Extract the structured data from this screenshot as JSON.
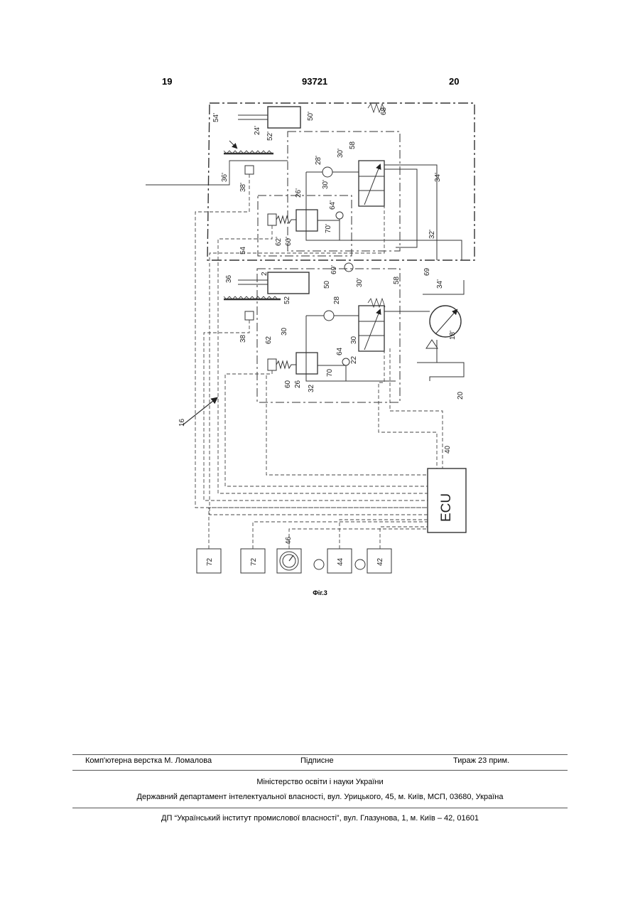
{
  "header": {
    "left_page": "19",
    "patent_number": "93721",
    "right_page": "20"
  },
  "figure": {
    "caption": "Фіг.3",
    "labels": {
      "n54p": "54'",
      "n50p": "50'",
      "n68": "68",
      "n24p": "24'",
      "n52p": "52'",
      "n58": "58",
      "n30p": "30'",
      "n28p": "28'",
      "n36p": "36'",
      "n38p": "38'",
      "n26p": "26'",
      "n64p": "64'",
      "n34p": "34'",
      "n62p": "62'",
      "n60p": "60'",
      "n70p": "70'",
      "n32p": "32'",
      "n54": "54",
      "n2": "2",
      "n69p": "69'",
      "n69": "69",
      "n36": "36",
      "n50": "50",
      "n52": "52",
      "n28": "28",
      "n30": "30",
      "n18p": "18'",
      "n62": "62",
      "n64": "64",
      "n38": "38",
      "n22": "22",
      "n60": "60",
      "n26": "26",
      "n32": "32",
      "n70": "70",
      "n20": "20",
      "n16": "16",
      "n40": "40",
      "n46": "46",
      "n44": "44",
      "n42": "42",
      "n72a": "72",
      "n72b": "72",
      "ecu": "ECU"
    }
  },
  "imprint": {
    "typesetter": "Комп'ютерна верстка М. Ломалова",
    "signed": "Підписне",
    "circulation": "Тираж 23 прим.",
    "ministry": "Міністерство освіти і науки України",
    "department": "Державний департамент інтелектуальної власності, вул. Урицького, 45, м. Київ, МСП, 03680, Україна",
    "institute": "ДП “Український інститут промислової власності”, вул. Глазунова, 1, м. Київ – 42, 01601"
  }
}
